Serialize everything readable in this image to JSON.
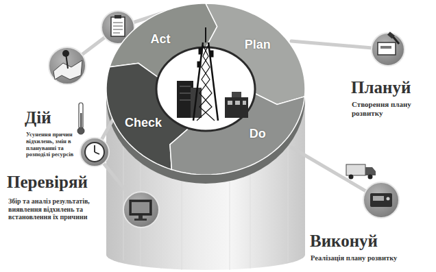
{
  "diagram": {
    "nodes": [
      {
        "text": [
          "Act"
        ]
      },
      {
        "text": [
          "Plan"
        ]
      },
      {
        "text": [
          "Check"
        ]
      },
      {
        "text": [
          "Do"
        ]
      }
    ],
    "labels": [
      "Дій",
      "Усунення причин відхилень, змін в плануванні та розподілі ресурсів",
      "Плануй",
      "Створення плану розвитку",
      "Перевіряй",
      "Збір та аналіз результатів, виявлення відхилень та встановлення їх причини",
      "Виконуй",
      "Реалізація плану розвитку"
    ]
  }
}
